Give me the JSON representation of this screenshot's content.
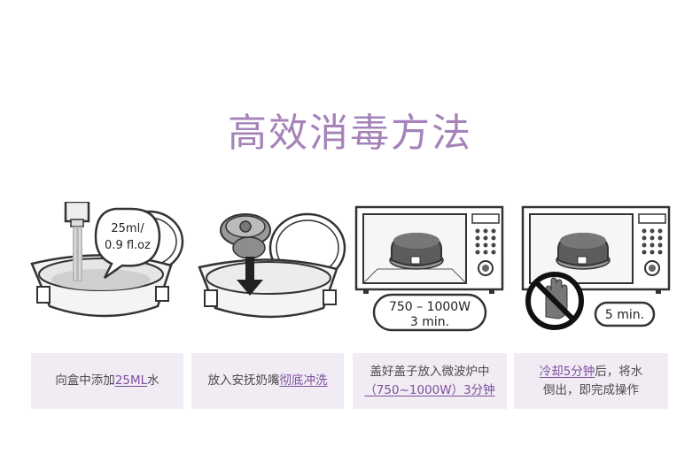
{
  "title": "高效消毒方法",
  "steps": [
    {
      "bubble_line1": "25ml/",
      "bubble_line2": "0.9 fl.oz",
      "caption_pre": "向盒中添加",
      "caption_hl": "25ML",
      "caption_post": "水"
    },
    {
      "caption_pre": "放入安抚奶嘴",
      "caption_hl": "彻底冲洗"
    },
    {
      "label_line1": "750 – 1000W",
      "label_line2": "3 min.",
      "caption_line1": "盖好盖子放入微波炉中",
      "caption_line2_hl": "（750~1000W）3分钟"
    },
    {
      "label": "5 min.",
      "caption_hl": "冷却5分钟",
      "caption_post": "后，将水",
      "caption_line2": "倒出，即完成操作"
    }
  ]
}
